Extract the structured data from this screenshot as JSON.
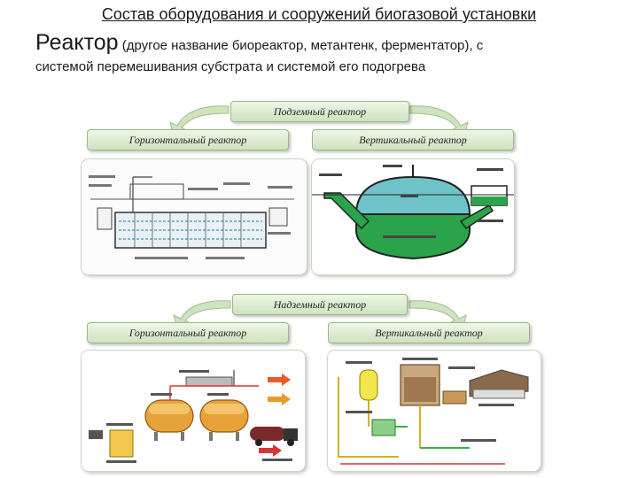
{
  "header": {
    "title": "Состав оборудования и сооружений биогазовой установки",
    "lead_word": "Реактор",
    "lead_rest": " (другое название биореактор, метантенк, ферментатор), с",
    "line2": "системой перемешивания субстрата и системой его подогрева"
  },
  "underground": {
    "title": "Подземный реактор",
    "horizontal": "Горизонтальный реактор",
    "vertical": "Вертикальный реактор"
  },
  "aboveground": {
    "title": "Надземный реактор",
    "horizontal": "Горизонтальный реактор",
    "vertical": "Вертикальный реактор"
  },
  "colors": {
    "green": "#2aa34a",
    "teal": "#6ec3c9",
    "arrow": "#cfe3bf",
    "box": "#cfe3bf"
  }
}
